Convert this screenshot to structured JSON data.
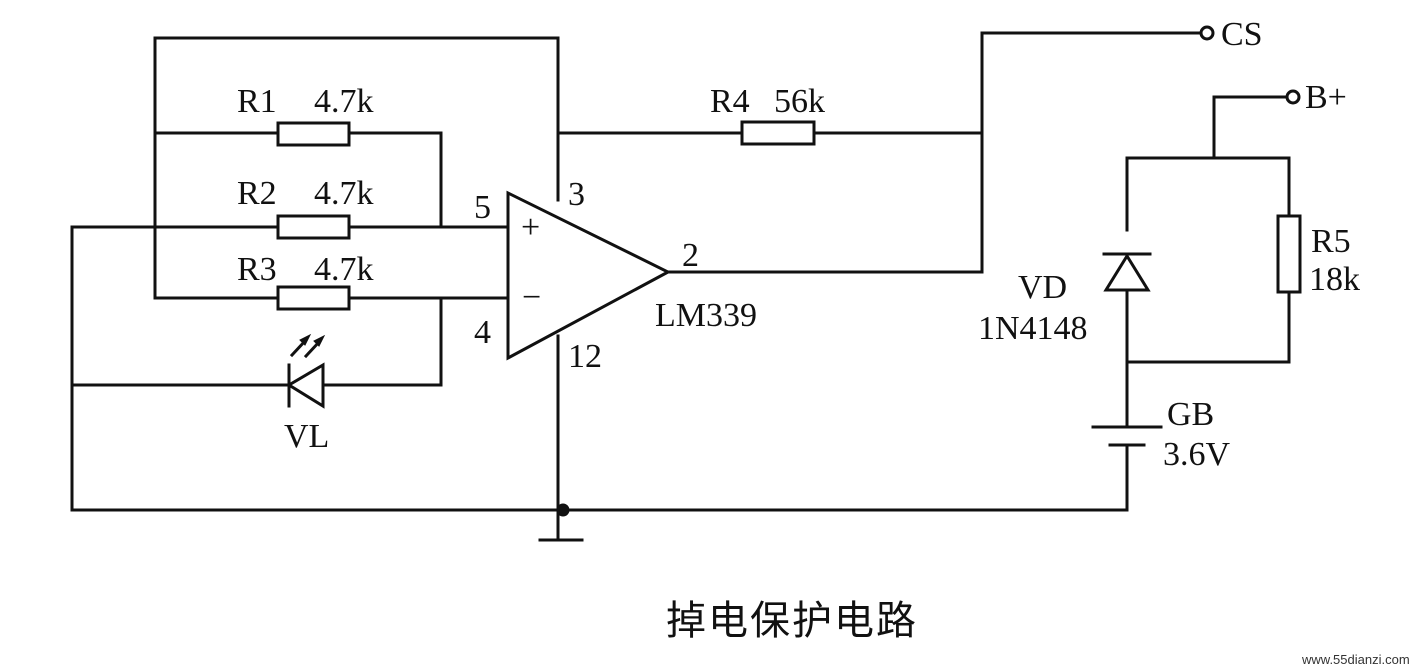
{
  "diagram": {
    "title": "掉电保护电路",
    "watermark": "www.55dianzi.com",
    "components": {
      "r1": {
        "ref": "R1",
        "value": "4.7k"
      },
      "r2": {
        "ref": "R2",
        "value": "4.7k"
      },
      "r3": {
        "ref": "R3",
        "value": "4.7k"
      },
      "r4": {
        "ref": "R4",
        "value": "56k"
      },
      "r5": {
        "ref": "R5",
        "value": "18k"
      },
      "vl": {
        "ref": "VL"
      },
      "vd": {
        "ref": "VD",
        "value": "1N4148"
      },
      "gb": {
        "ref": "GB",
        "value": "3.6V"
      },
      "ic": {
        "ref": "LM339",
        "plus": "+",
        "minus": "−"
      }
    },
    "pins": {
      "p2": "2",
      "p3": "3",
      "p4": "4",
      "p5": "5",
      "p12": "12"
    },
    "terminals": {
      "cs": "CS",
      "bplus": "B+"
    }
  },
  "colors": {
    "ink": "#111111",
    "background": "#ffffff"
  }
}
